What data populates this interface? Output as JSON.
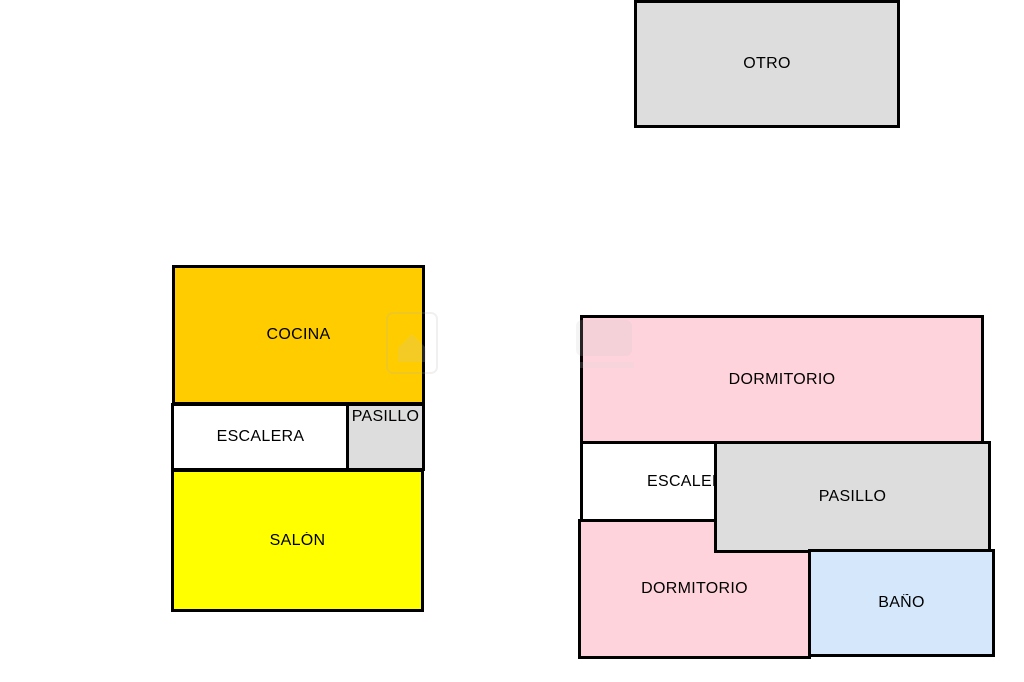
{
  "colors": {
    "cocina": "#ffcc00",
    "salon": "#ffff00",
    "escalera": "#ffffff",
    "pasillo": "#dddddd",
    "otro": "#dddddd",
    "dormitorio": "#ffd3dc",
    "bano": "#d5e8fb"
  },
  "plan_left": {
    "cocina": "COCINA",
    "escalera": "ESCALERA",
    "pasillo": "PASILLO",
    "salon": "SALÓN"
  },
  "plan_right": {
    "otro": "OTRO",
    "dormitorio_1": "DORMITORIO",
    "escalera": "ESCALERA",
    "pasillo": "PASILLO",
    "dormitorio_2": "DORMITORIO",
    "bano": "BAÑO"
  },
  "watermark": {
    "icon": "house-logo-icon"
  }
}
